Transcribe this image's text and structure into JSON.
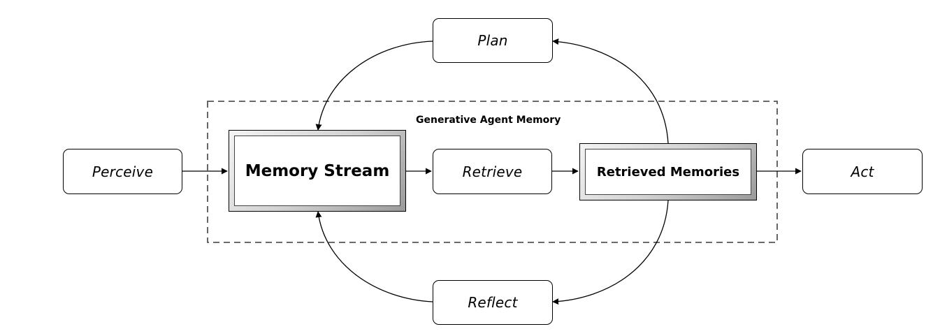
{
  "group": {
    "label": "Generative Agent Memory"
  },
  "nodes": {
    "perceive": "Perceive",
    "memory_stream": "Memory Stream",
    "retrieve": "Retrieve",
    "retrieved_memories": "Retrieved Memories",
    "act": "Act",
    "plan": "Plan",
    "reflect": "Reflect"
  },
  "edges": [
    {
      "from": "Perceive",
      "to": "Memory Stream"
    },
    {
      "from": "Memory Stream",
      "to": "Retrieve"
    },
    {
      "from": "Retrieve",
      "to": "Retrieved Memories"
    },
    {
      "from": "Retrieved Memories",
      "to": "Act"
    },
    {
      "from": "Retrieved Memories",
      "to": "Plan"
    },
    {
      "from": "Plan",
      "to": "Memory Stream"
    },
    {
      "from": "Retrieved Memories",
      "to": "Reflect"
    },
    {
      "from": "Reflect",
      "to": "Memory Stream"
    }
  ]
}
